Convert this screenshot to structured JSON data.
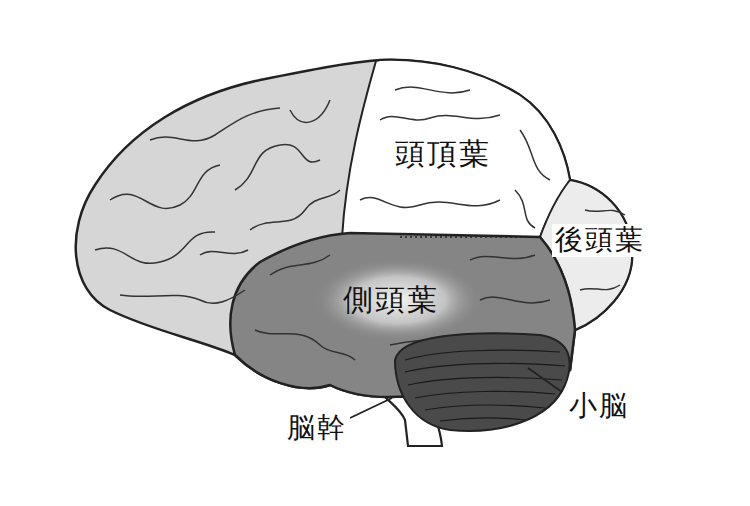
{
  "diagram": {
    "labels": [
      "頭頂葉",
      "後頭葉",
      "側頭葉",
      "小脳",
      "脳幹"
    ]
  }
}
